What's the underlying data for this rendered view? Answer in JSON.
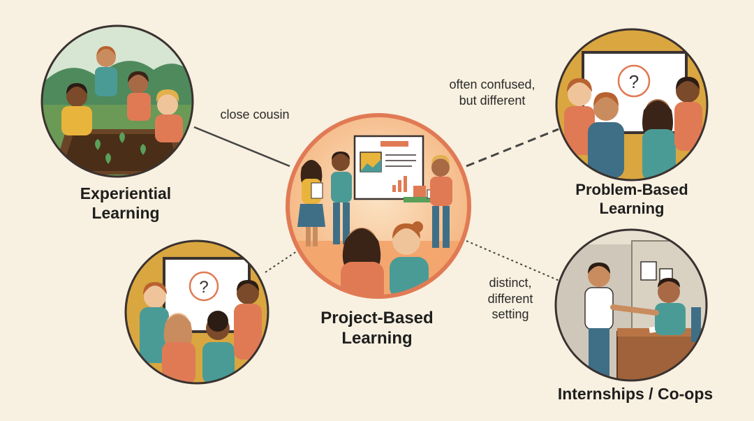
{
  "nodes": {
    "center": {
      "label": "Project-Based\nLearning"
    },
    "experiential": {
      "label": "Experiential\nLearning"
    },
    "problem_based_top": {
      "label": "Problem-Based\nLearning"
    },
    "problem_based_left": {
      "label": ""
    },
    "internships": {
      "label": "Internships / Co-ops"
    }
  },
  "connections": {
    "experiential": {
      "note": "close cousin",
      "style": "solid"
    },
    "problem_based": {
      "note": "often confused,\nbut different",
      "style": "dashed"
    },
    "problem_based_left": {
      "note": "",
      "style": "dotted"
    },
    "internships": {
      "note": "distinct,\ndifferent\nsetting",
      "style": "dotted"
    }
  },
  "illustration_text": {
    "question_mark": "?"
  },
  "colors": {
    "background": "#f8f0e0",
    "center_ring": "#e07a55",
    "ring_dark": "#3a3230",
    "mustard": "#d9a640",
    "teal": "#3f8a86",
    "coral": "#e07a55"
  }
}
